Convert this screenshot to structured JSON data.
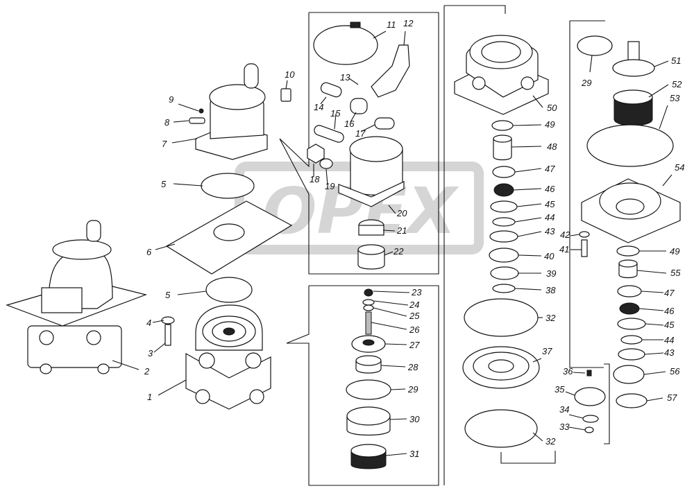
{
  "watermark": "OPEX",
  "callouts": [
    {
      "id": "c1",
      "label": "1"
    },
    {
      "id": "c2",
      "label": "2"
    },
    {
      "id": "c3",
      "label": "3"
    },
    {
      "id": "c4",
      "label": "4"
    },
    {
      "id": "c5a",
      "label": "5"
    },
    {
      "id": "c5b",
      "label": "5"
    },
    {
      "id": "c6",
      "label": "6"
    },
    {
      "id": "c7",
      "label": "7"
    },
    {
      "id": "c8",
      "label": "8"
    },
    {
      "id": "c9",
      "label": "9"
    },
    {
      "id": "c10",
      "label": "10"
    },
    {
      "id": "c11",
      "label": "11"
    },
    {
      "id": "c12",
      "label": "12"
    },
    {
      "id": "c13",
      "label": "13"
    },
    {
      "id": "c14",
      "label": "14"
    },
    {
      "id": "c15",
      "label": "15"
    },
    {
      "id": "c16",
      "label": "16"
    },
    {
      "id": "c17",
      "label": "17"
    },
    {
      "id": "c18",
      "label": "18"
    },
    {
      "id": "c19",
      "label": "19"
    },
    {
      "id": "c20",
      "label": "20"
    },
    {
      "id": "c21",
      "label": "21"
    },
    {
      "id": "c22",
      "label": "22"
    },
    {
      "id": "c23",
      "label": "23"
    },
    {
      "id": "c24",
      "label": "24"
    },
    {
      "id": "c25",
      "label": "25"
    },
    {
      "id": "c26",
      "label": "26"
    },
    {
      "id": "c27",
      "label": "27"
    },
    {
      "id": "c28",
      "label": "28"
    },
    {
      "id": "c29a",
      "label": "29"
    },
    {
      "id": "c29b",
      "label": "29"
    },
    {
      "id": "c30",
      "label": "30"
    },
    {
      "id": "c31",
      "label": "31"
    },
    {
      "id": "c32a",
      "label": "32"
    },
    {
      "id": "c32b",
      "label": "32"
    },
    {
      "id": "c33",
      "label": "33"
    },
    {
      "id": "c34",
      "label": "34"
    },
    {
      "id": "c35",
      "label": "35"
    },
    {
      "id": "c36",
      "label": "36"
    },
    {
      "id": "c37",
      "label": "37"
    },
    {
      "id": "c38",
      "label": "38"
    },
    {
      "id": "c39",
      "label": "39"
    },
    {
      "id": "c40",
      "label": "40"
    },
    {
      "id": "c41",
      "label": "41"
    },
    {
      "id": "c42",
      "label": "42"
    },
    {
      "id": "c43a",
      "label": "43"
    },
    {
      "id": "c43b",
      "label": "43"
    },
    {
      "id": "c44a",
      "label": "44"
    },
    {
      "id": "c44b",
      "label": "44"
    },
    {
      "id": "c45a",
      "label": "45"
    },
    {
      "id": "c45b",
      "label": "45"
    },
    {
      "id": "c46a",
      "label": "46"
    },
    {
      "id": "c46b",
      "label": "46"
    },
    {
      "id": "c47a",
      "label": "47"
    },
    {
      "id": "c47b",
      "label": "47"
    },
    {
      "id": "c48",
      "label": "48"
    },
    {
      "id": "c49a",
      "label": "49"
    },
    {
      "id": "c49b",
      "label": "49"
    },
    {
      "id": "c50",
      "label": "50"
    },
    {
      "id": "c51",
      "label": "51"
    },
    {
      "id": "c52",
      "label": "52"
    },
    {
      "id": "c53",
      "label": "53"
    },
    {
      "id": "c54",
      "label": "54"
    },
    {
      "id": "c55",
      "label": "55"
    },
    {
      "id": "c56",
      "label": "56"
    },
    {
      "id": "c57",
      "label": "57"
    }
  ]
}
